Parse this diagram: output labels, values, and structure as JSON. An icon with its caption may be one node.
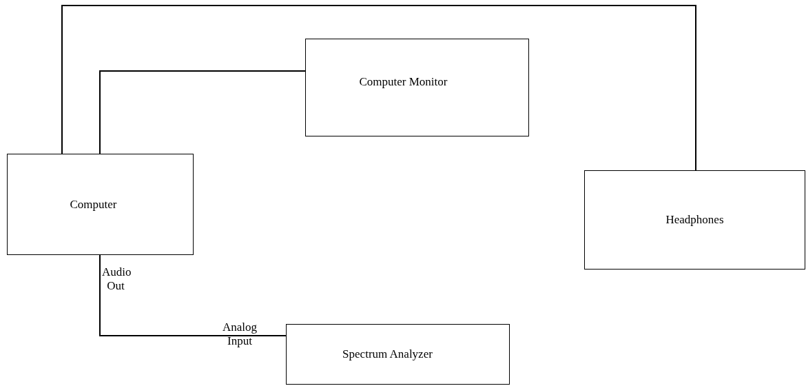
{
  "diagram": {
    "nodes": [
      {
        "text": [
          "Computer"
        ]
      },
      {
        "text": [
          "Computer Monitor"
        ]
      },
      {
        "text": [
          "Headphones"
        ]
      },
      {
        "text": [
          "Spectrum Analyzer"
        ]
      }
    ],
    "edges": [
      {
        "from": 0,
        "to": 2,
        "arrow": "none"
      },
      {
        "from": 0,
        "to": 1,
        "arrow": "none"
      },
      {
        "from": 0,
        "to": 3,
        "arrow": "none"
      }
    ],
    "labels": [
      "Audio Out",
      "Analog Input"
    ]
  }
}
